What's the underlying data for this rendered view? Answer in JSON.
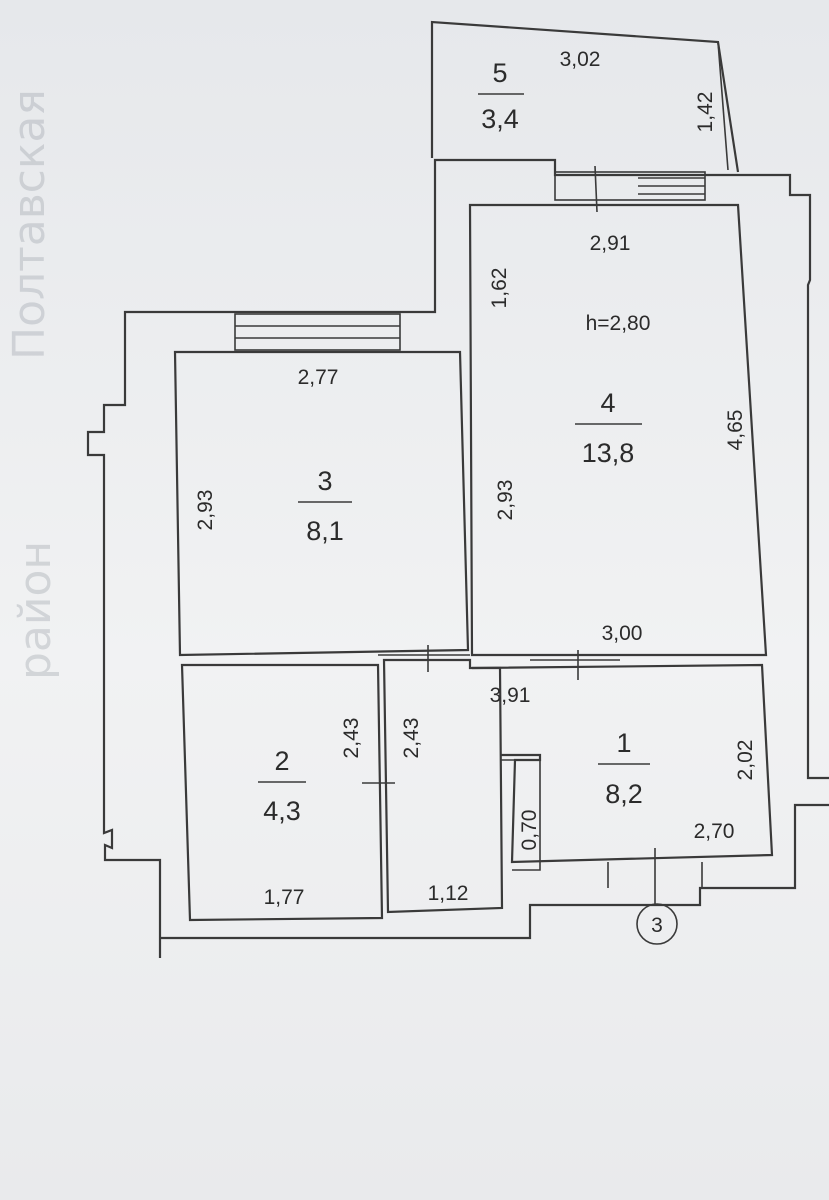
{
  "plan": {
    "height_label": "h=2,80",
    "axis_marker": "3",
    "rooms": [
      {
        "number": "1",
        "area": "8,2"
      },
      {
        "number": "2",
        "area": "4,3"
      },
      {
        "number": "3",
        "area": "8,1"
      },
      {
        "number": "4",
        "area": "13,8"
      },
      {
        "number": "5",
        "area": "3,4"
      }
    ],
    "dimensions": {
      "r5_width": "3,02",
      "r5_depth": "1,42",
      "r4_top": "2,91",
      "r4_left_upper": "1,62",
      "r4_right": "4,65",
      "r4_left": "2,93",
      "r4_bottom": "3,00",
      "r3_top": "2,77",
      "r3_left": "2,93",
      "r2_right": "2,43",
      "corridor_left": "2,43",
      "r2_bottom": "1,77",
      "corridor_bottom": "1,12",
      "r1_top": "3,91",
      "r1_right": "2,02",
      "r1_bottom": "2,70",
      "niche_height": "0,70"
    },
    "ghost_text": {
      "left_large": "Полтавская",
      "left_small": "район"
    }
  }
}
